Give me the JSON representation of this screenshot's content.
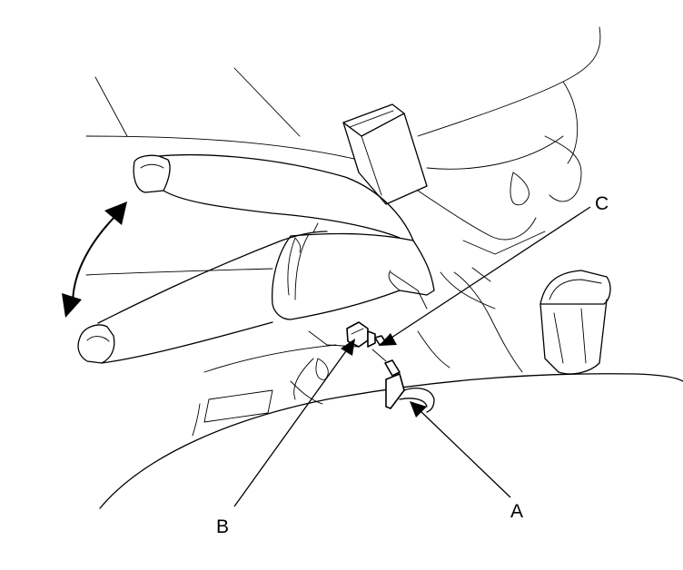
{
  "callouts": {
    "a": "A",
    "b": "B",
    "c": "C"
  },
  "icons": {
    "motion": "double-headed-curved-arrow-icon"
  }
}
